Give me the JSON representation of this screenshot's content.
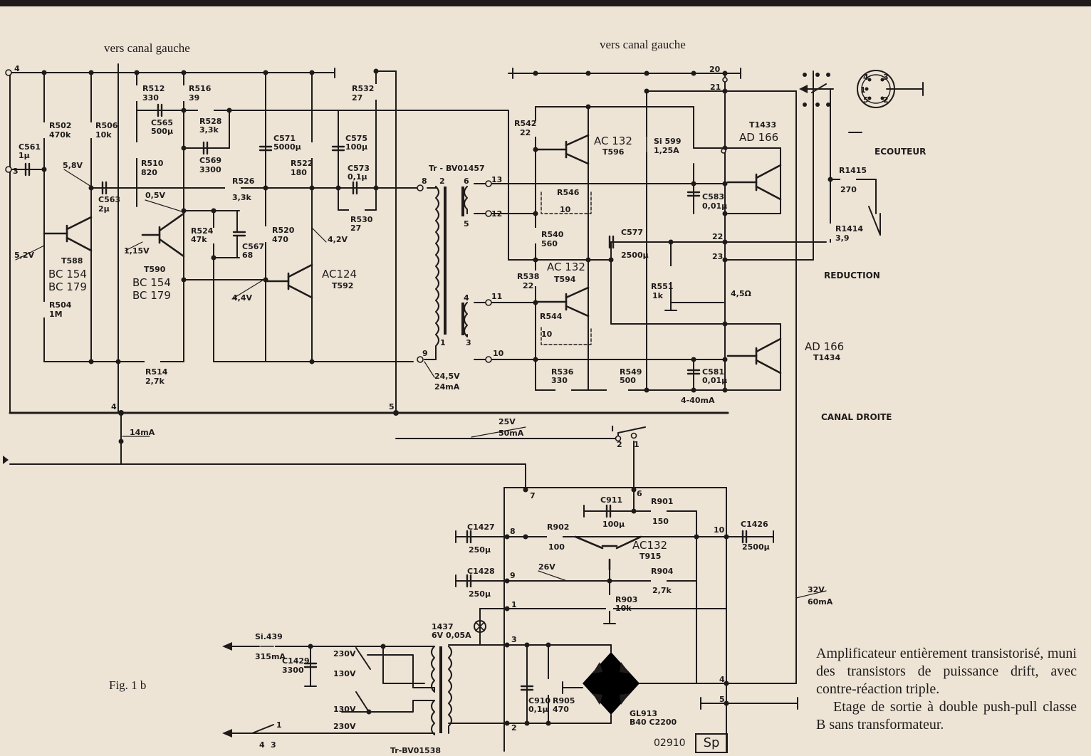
{
  "headings": {
    "left": "vers canal gauche",
    "right": "vers canal gauche"
  },
  "figure_label": "Fig.  1 b",
  "caption": [
    "Amplificateur entièrement transistorisé, muni des transistors de puissance drift, avec contre-réaction triple.",
    "Etage de sortie à double push-pull classe B sans transformateur."
  ],
  "section_labels": {
    "earphone": "ECOUTEUR",
    "reduction": "REDUCTION",
    "right_channel": "CANAL DROITE"
  },
  "drawing_code": "02910",
  "stamp": "Sp",
  "transistors": [
    {
      "ref": "T588",
      "types": [
        "BC 154",
        "BC 179"
      ]
    },
    {
      "ref": "T590",
      "types": [
        "BC 154",
        "BC 179"
      ]
    },
    {
      "ref": "T592",
      "types": [
        "AC124"
      ]
    },
    {
      "ref": "T596",
      "types": [
        "AC 132"
      ]
    },
    {
      "ref": "T594",
      "types": [
        "AC 132"
      ]
    },
    {
      "ref": "T1433",
      "types": [
        "AD 166"
      ]
    },
    {
      "ref": "T1434",
      "types": [
        "AD 166"
      ]
    },
    {
      "ref": "T915",
      "types": [
        "AC132"
      ]
    }
  ],
  "transformers": [
    "Tr - BV01457",
    "Tr-BV01538"
  ],
  "components": [
    {
      "ref": "R502",
      "value": "470k"
    },
    {
      "ref": "R506",
      "value": "10k"
    },
    {
      "ref": "R504",
      "value": "1M"
    },
    {
      "ref": "C561",
      "value": "1μ"
    },
    {
      "ref": "C563",
      "value": "2μ"
    },
    {
      "ref": "R512",
      "value": "330"
    },
    {
      "ref": "R516",
      "value": "39"
    },
    {
      "ref": "C565",
      "value": "500μ"
    },
    {
      "ref": "R528",
      "value": "3,3k"
    },
    {
      "ref": "C569",
      "value": "3300"
    },
    {
      "ref": "R510",
      "value": "820"
    },
    {
      "ref": "R526",
      "value": "3,3k"
    },
    {
      "ref": "R524",
      "value": "47k"
    },
    {
      "ref": "C567",
      "value": "68"
    },
    {
      "ref": "C571",
      "value": "5000μ"
    },
    {
      "ref": "R522",
      "value": "180"
    },
    {
      "ref": "R520",
      "value": "470"
    },
    {
      "ref": "R514",
      "value": "2,7k"
    },
    {
      "ref": "R532",
      "value": "27"
    },
    {
      "ref": "C575",
      "value": "100μ"
    },
    {
      "ref": "C573",
      "value": "0,1μ"
    },
    {
      "ref": "R530",
      "value": "27"
    },
    {
      "ref": "R542",
      "value": "22"
    },
    {
      "ref": "R546",
      "value": "10"
    },
    {
      "ref": "R540",
      "value": "560"
    },
    {
      "ref": "R538",
      "value": "22"
    },
    {
      "ref": "R544",
      "value": "10"
    },
    {
      "ref": "R536",
      "value": "330"
    },
    {
      "ref": "R549",
      "value": "500"
    },
    {
      "ref": "C581",
      "value": "0,01μ"
    },
    {
      "ref": "C583",
      "value": "0,01μ"
    },
    {
      "ref": "C577",
      "value": "2500μ"
    },
    {
      "ref": "R551",
      "value": "1k"
    },
    {
      "ref": "Si 599",
      "value": "1,25A"
    },
    {
      "ref": "R1415",
      "value": "270"
    },
    {
      "ref": "R1414",
      "value": "3,9"
    },
    {
      "ref": "C911",
      "value": "100μ"
    },
    {
      "ref": "R901",
      "value": "150"
    },
    {
      "ref": "C1427",
      "value": "250μ"
    },
    {
      "ref": "R902",
      "value": "100"
    },
    {
      "ref": "C1426",
      "value": "2500μ"
    },
    {
      "ref": "C1428",
      "value": "250μ"
    },
    {
      "ref": "R904",
      "value": "2,7k"
    },
    {
      "ref": "R903",
      "value": "10k"
    },
    {
      "ref": "Si.439",
      "value": "315mA"
    },
    {
      "ref": "C1429",
      "value": "3300"
    },
    {
      "ref": "1437",
      "value": "6V 0,05A"
    },
    {
      "ref": "C910",
      "value": "0,1μ"
    },
    {
      "ref": "R905",
      "value": "470"
    },
    {
      "ref": "GL913",
      "value": "B40 C2200"
    }
  ],
  "measurements": [
    "5,8V",
    "5,2V",
    "0,5V",
    "1,15V",
    "4,4V",
    "4,2V",
    "24,5V",
    "24mA",
    "14mA",
    "25V",
    "50mA",
    "4-40mA",
    "26V",
    "32V",
    "60mA",
    "4,5Ω"
  ],
  "voltage_taps": [
    "230V",
    "130V",
    "130V",
    "230V"
  ],
  "nodes": [
    "1",
    "2",
    "3",
    "4",
    "5",
    "6",
    "7",
    "8",
    "9",
    "10",
    "11",
    "12",
    "13",
    "20",
    "21",
    "22",
    "23",
    "I"
  ]
}
